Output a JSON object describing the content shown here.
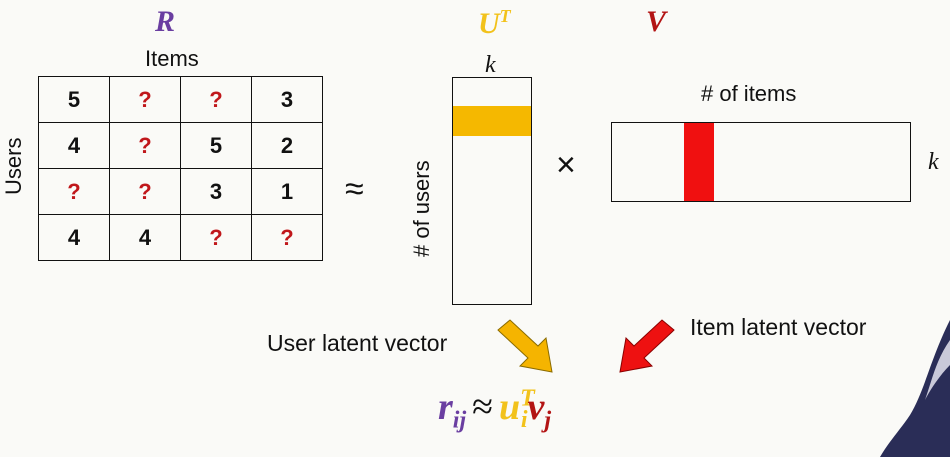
{
  "labels": {
    "r_title": "R",
    "ut_title_main": "U",
    "ut_title_sup": "T",
    "v_title": "V",
    "items_header": "Items",
    "users_header": "Users",
    "k_top": "k",
    "k_right": "k",
    "num_users": "# of users",
    "num_items": "# of items",
    "approx": "≈",
    "times": "×",
    "user_vector_label": "User latent vector",
    "item_vector_label": "Item latent vector"
  },
  "matrix": {
    "rows": [
      [
        "5",
        "?",
        "?",
        "3"
      ],
      [
        "4",
        "?",
        "5",
        "2"
      ],
      [
        "?",
        "?",
        "3",
        "1"
      ],
      [
        "4",
        "4",
        "?",
        "?"
      ]
    ]
  },
  "formula": {
    "r": "r",
    "r_sub": "ij",
    "approx": "≈",
    "u": "u",
    "u_sub": "i",
    "u_sup": "T",
    "v": "v",
    "v_sub": "j"
  },
  "colors": {
    "r_color": "#6a3ea1",
    "ut_color": "#f2c21b",
    "v_color": "#b31414",
    "question_color": "#c0171b",
    "user_band": "#f5b800",
    "item_band": "#f01010",
    "user_arrow": "#f5b400",
    "item_arrow": "#ee1111"
  },
  "icons": {
    "user_arrow": "arrow-down-right-icon",
    "item_arrow": "arrow-down-left-icon"
  }
}
